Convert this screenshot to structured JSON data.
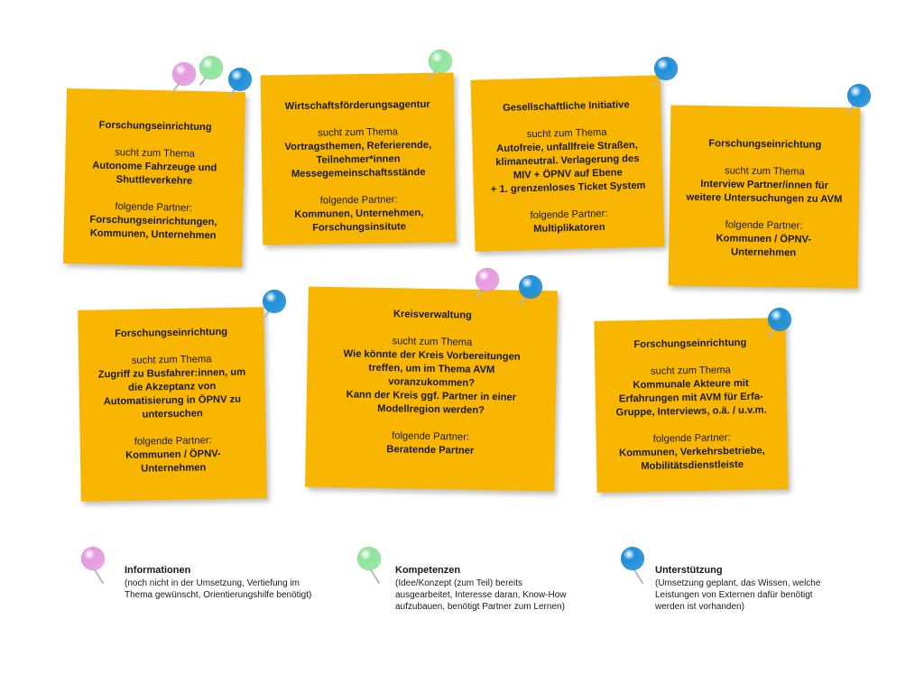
{
  "notes": [
    {
      "org": "Forschungseinrichtung",
      "topic_label": "sucht zum Thema",
      "topic": "Autonome Fahrzeuge und\nShuttleverkehre",
      "partner_label": "folgende Partner:",
      "partners": "Forschungseinrichtungen,\nKommunen, Unternehmen",
      "pins": [
        "pink",
        "green",
        "blue"
      ]
    },
    {
      "org": "Wirtschaftsförderungsagentur",
      "topic_label": "sucht zum Thema",
      "topic": "Vortragsthemen, Referierende,\nTeilnehmer*innen\nMessegemeinschaftsstände",
      "partner_label": "folgende Partner:",
      "partners": "Kommunen, Unternehmen,\nForschungsinsitute",
      "pins": [
        "green"
      ]
    },
    {
      "org": "Gesellschaftliche Initiative",
      "topic_label": "sucht zum Thema",
      "topic": "Autofreie, unfallfreie Straßen,\nklimaneutral. Verlagerung des\nMIV + ÖPNV auf Ebene\n+ 1. grenzenloses Ticket System",
      "partner_label": "folgende Partner:",
      "partners": "Multiplikatoren",
      "pins": [
        "blue"
      ]
    },
    {
      "org": "Forschungseinrichtung",
      "topic_label": "sucht zum Thema",
      "topic": "Interview Partner/innen für\nweitere Untersuchungen zu AVM",
      "partner_label": "folgende Partner:",
      "partners": "Kommunen / ÖPNV-\nUnternehmen",
      "pins": [
        "blue"
      ]
    },
    {
      "org": "Forschungseinrichtung",
      "topic_label": "sucht zum Thema",
      "topic": "Zugriff zu Busfahrer:innen, um\ndie Akzeptanz von\nAutomatisierung in ÖPNV zu\nuntersuchen",
      "partner_label": "folgende Partner:",
      "partners": "Kommunen / ÖPNV-\nUnternehmen",
      "pins": [
        "blue"
      ]
    },
    {
      "org": "Kreisverwaltung",
      "topic_label": "sucht zum Thema",
      "topic": "Wie könnte der Kreis Vorbereitungen\ntreffen, um im Thema AVM\nvoranzukommen?\nKann der Kreis ggf. Partner in einer\nModellregion werden?",
      "partner_label": "folgende Partner:",
      "partners": "Beratende Partner",
      "pins": [
        "pink",
        "blue"
      ]
    },
    {
      "org": "Forschungseinrichtung",
      "topic_label": "sucht zum Thema",
      "topic": "Kommunale Akteure mit\nErfahrungen mit AVM für Erfa-\nGruppe, Interviews, o.ä. / u.v.m.",
      "partner_label": "folgende Partner:",
      "partners": "Kommunen, Verkehrsbetriebe,\nMobilitätsdienstleiste",
      "pins": [
        "blue"
      ]
    }
  ],
  "legend": [
    {
      "color": "pink",
      "title": "Informationen",
      "description": "(noch nicht in der Umsetzung, Vertiefung im\nThema gewünscht, Orientierungshilfe benötigt)"
    },
    {
      "color": "green",
      "title": "Kompetenzen",
      "description": "(Idee/Konzept (zum Teil) bereits\nausgearbeitet, Interesse daran, Know-How\naufzubauen, benötigt Partner zum Lernen)"
    },
    {
      "color": "blue",
      "title": "Unterstützung",
      "description": "(Umsetzung geplant, das Wissen, welche\nLeistungen von Externen dafür benötigt\nwerden ist vorhanden)"
    }
  ],
  "colors": {
    "note": "#f9b600",
    "pink": "#e59be0",
    "green": "#8fe59b",
    "blue": "#1e8fd8"
  }
}
